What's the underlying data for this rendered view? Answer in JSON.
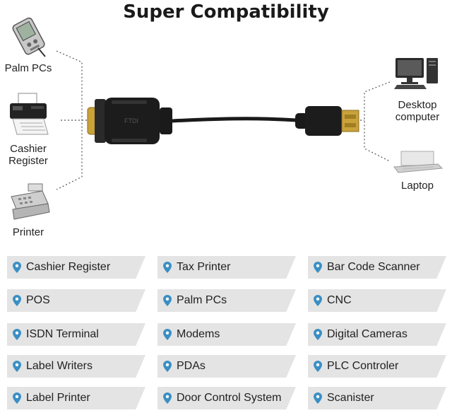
{
  "title": "Super Compatibility",
  "left_devices": [
    {
      "label": "Palm PCs",
      "icon": "pda-icon"
    },
    {
      "label": "Cashier\nRegister",
      "icon": "fax-printer-icon"
    },
    {
      "label": "Printer",
      "icon": "cash-register-icon"
    }
  ],
  "right_devices": [
    {
      "label": "Desktop\ncomputer",
      "icon": "desktop-computer-icon"
    },
    {
      "label": "Laptop",
      "icon": "laptop-icon"
    }
  ],
  "cable_label": "FTDI",
  "colors": {
    "tag_bg": "#e4e4e4",
    "pin": "#3a8fc4",
    "cable": "#1a1a1a",
    "gold": "#c9a23a"
  },
  "tags": [
    [
      "Cashier Register",
      "Tax Printer",
      "Bar Code Scanner"
    ],
    [
      "POS",
      "Palm PCs",
      "CNC"
    ],
    [
      "ISDN Terminal",
      "Modems",
      "Digital Cameras"
    ],
    [
      "Label Writers",
      "PDAs",
      "PLC Controler"
    ],
    [
      "Label Printer",
      "Door Control System",
      "Scanister"
    ]
  ]
}
